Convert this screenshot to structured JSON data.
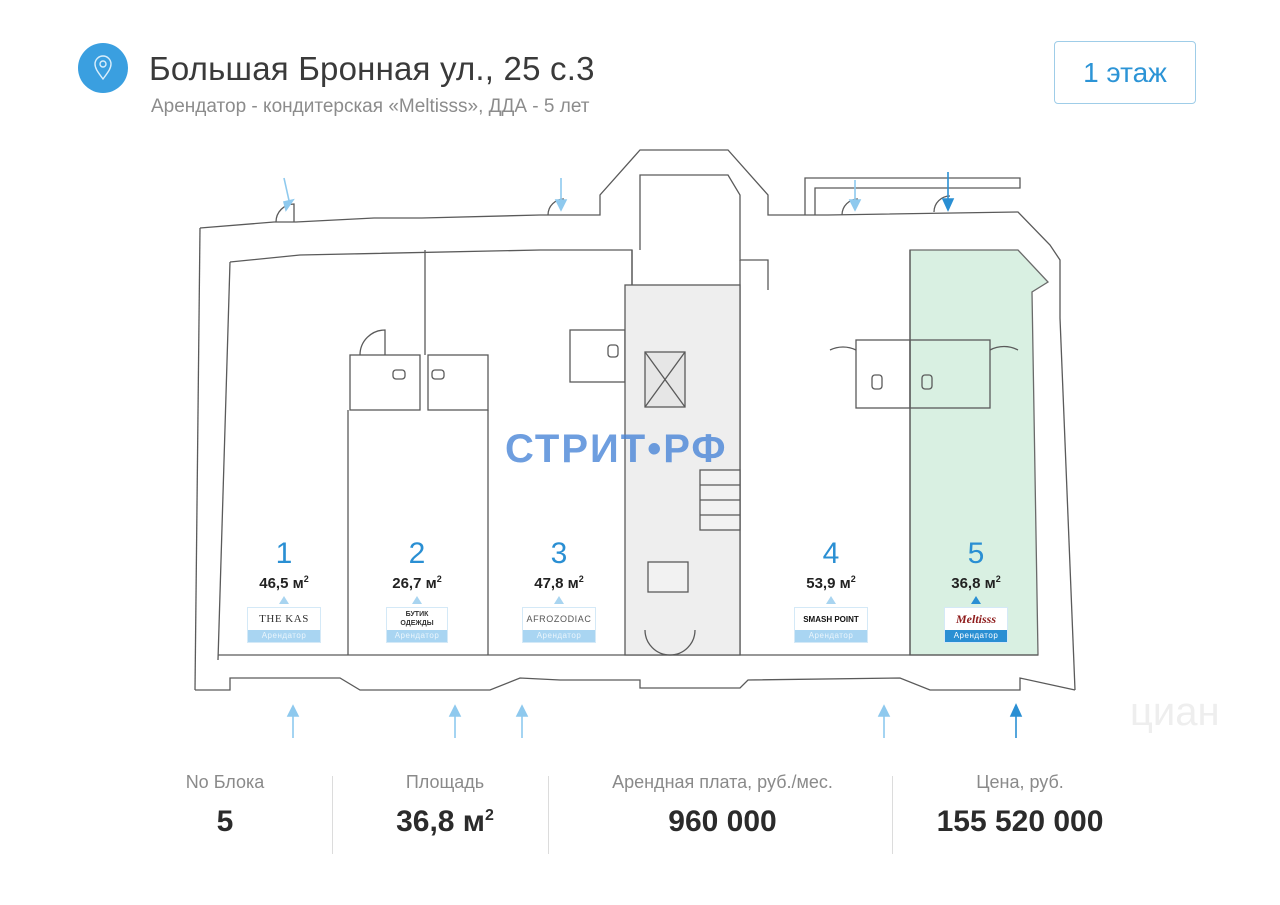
{
  "header": {
    "icon": "map-pin-icon",
    "title": "Большая Бронная ул., 25 с.3",
    "subtitle": "Арендатор - кондитерская «Meltisss», ДДА - 5 лет",
    "floor_button": "1 этаж"
  },
  "colors": {
    "accent": "#2a8fd3",
    "icon_bg": "#3a9fe0",
    "selected_unit_fill": "#d9f0e2",
    "wall": "#555555",
    "entrance_arrow": "#8ec9ee",
    "tenant_tag": "#a9d5f2"
  },
  "plan": {
    "watermark": "СТРИТ•РФ",
    "cian_watermark": "циан",
    "selected_unit": "5",
    "units": [
      {
        "number": "1",
        "area": "46,5 м",
        "area_sup": "2",
        "tenant": "THE KAS",
        "tenant_tag": "Арендатор"
      },
      {
        "number": "2",
        "area": "26,7 м",
        "area_sup": "2",
        "tenant": "БУТИК ОДЕЖДЫ",
        "tenant_tag": "Арендатор"
      },
      {
        "number": "3",
        "area": "47,8 м",
        "area_sup": "2",
        "tenant": "AFROZODIAC",
        "tenant_tag": "Арендатор"
      },
      {
        "number": "4",
        "area": "53,9 м",
        "area_sup": "2",
        "tenant": "SMASH POINT",
        "tenant_tag": "Арендатор"
      },
      {
        "number": "5",
        "area": "36,8 м",
        "area_sup": "2",
        "tenant": "Meltisss",
        "tenant_tag": "Арендатор"
      }
    ]
  },
  "stats": [
    {
      "label": "No Блока",
      "value": "5",
      "value_sup": ""
    },
    {
      "label": "Площадь",
      "value": "36,8 м",
      "value_sup": "2"
    },
    {
      "label": "Арендная плата, руб./мес.",
      "value": "960 000",
      "value_sup": ""
    },
    {
      "label": "Цена, руб.",
      "value": "155 520 000",
      "value_sup": ""
    }
  ]
}
